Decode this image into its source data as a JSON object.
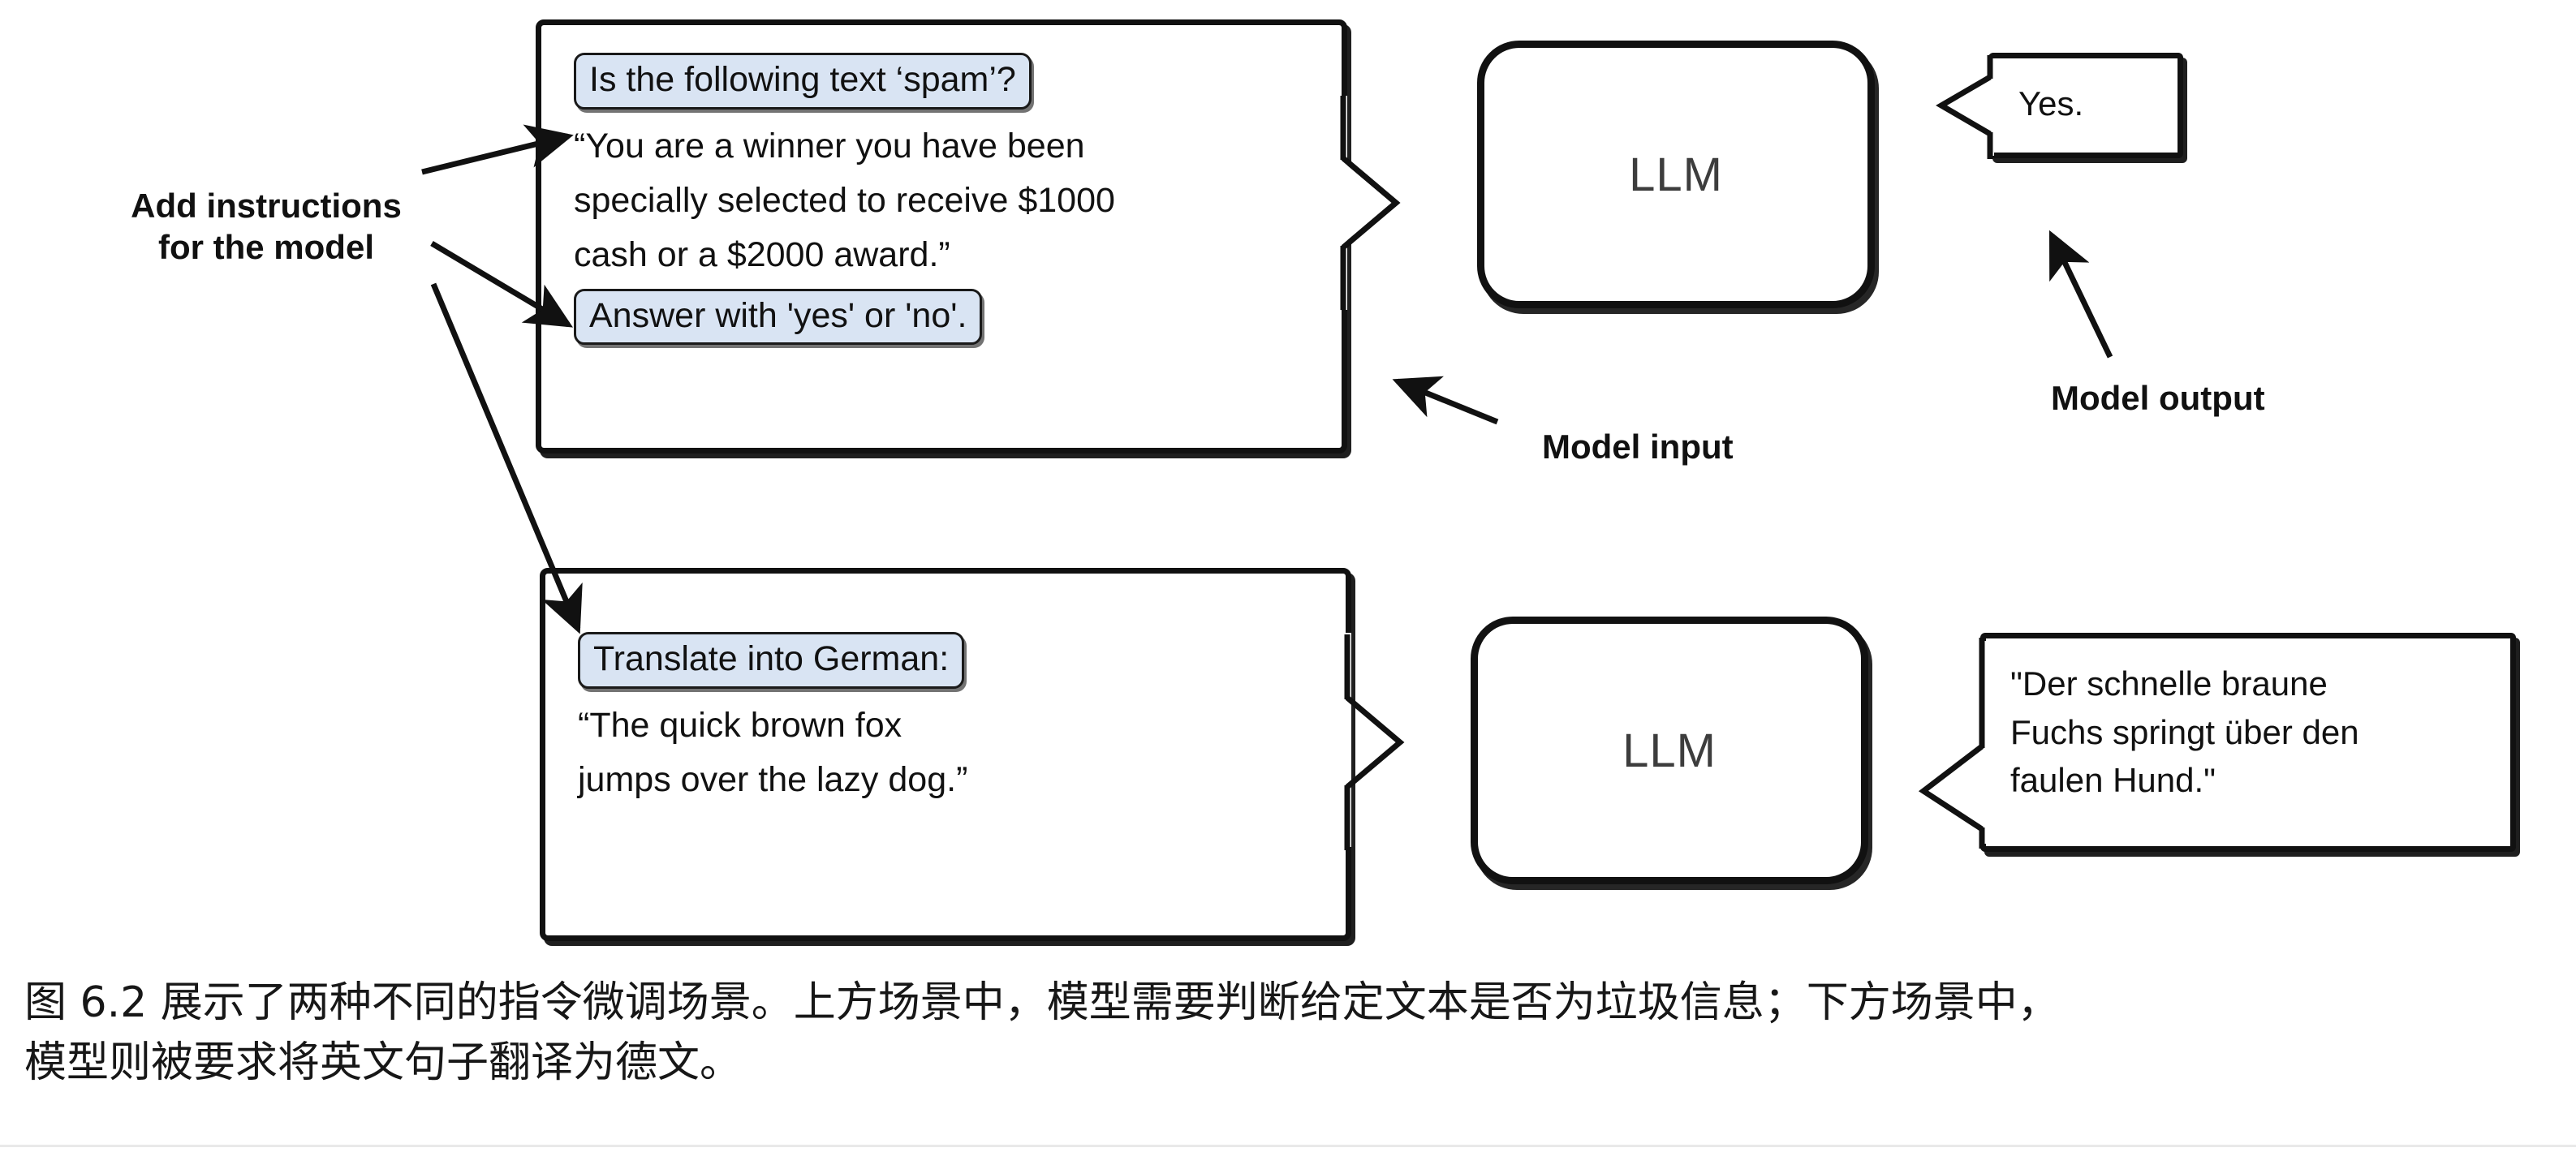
{
  "figure": {
    "annotations": {
      "add_instructions_line1": "Add instructions",
      "add_instructions_line2": "for the model",
      "model_input": "Model input",
      "model_output": "Model output"
    },
    "colors": {
      "instruction_highlight": "#d9e4f3",
      "stroke": "#111111",
      "background": "#ffffff",
      "llm_label": "#3d3d3d"
    },
    "scenarios": [
      {
        "id": "spam-classification",
        "input_box": {
          "instruction_top": "Is the following text ‘spam’?",
          "body_lines": [
            "“You are a winner you have been",
            "specially selected to receive $1000",
            "cash or a $2000 award.”"
          ],
          "instruction_bottom": "Answer with 'yes' or 'no'."
        },
        "model": "LLM",
        "output_lines": [
          "Yes."
        ]
      },
      {
        "id": "german-translation",
        "input_box": {
          "instruction_top": "Translate into German:",
          "body_lines": [
            "“The quick brown fox",
            "jumps over the lazy dog.”"
          ],
          "instruction_bottom": null
        },
        "model": "LLM",
        "output_lines": [
          "\"Der schnelle braune",
          "Fuchs springt über den",
          "faulen Hund.\""
        ]
      }
    ]
  },
  "caption": {
    "line1": "图 6.2 展示了两种不同的指令微调场景。上方场景中，模型需要判断给定文本是否为垃圾信息；下方场景中，",
    "line2": "模型则被要求将英文句子翻译为德文。"
  }
}
